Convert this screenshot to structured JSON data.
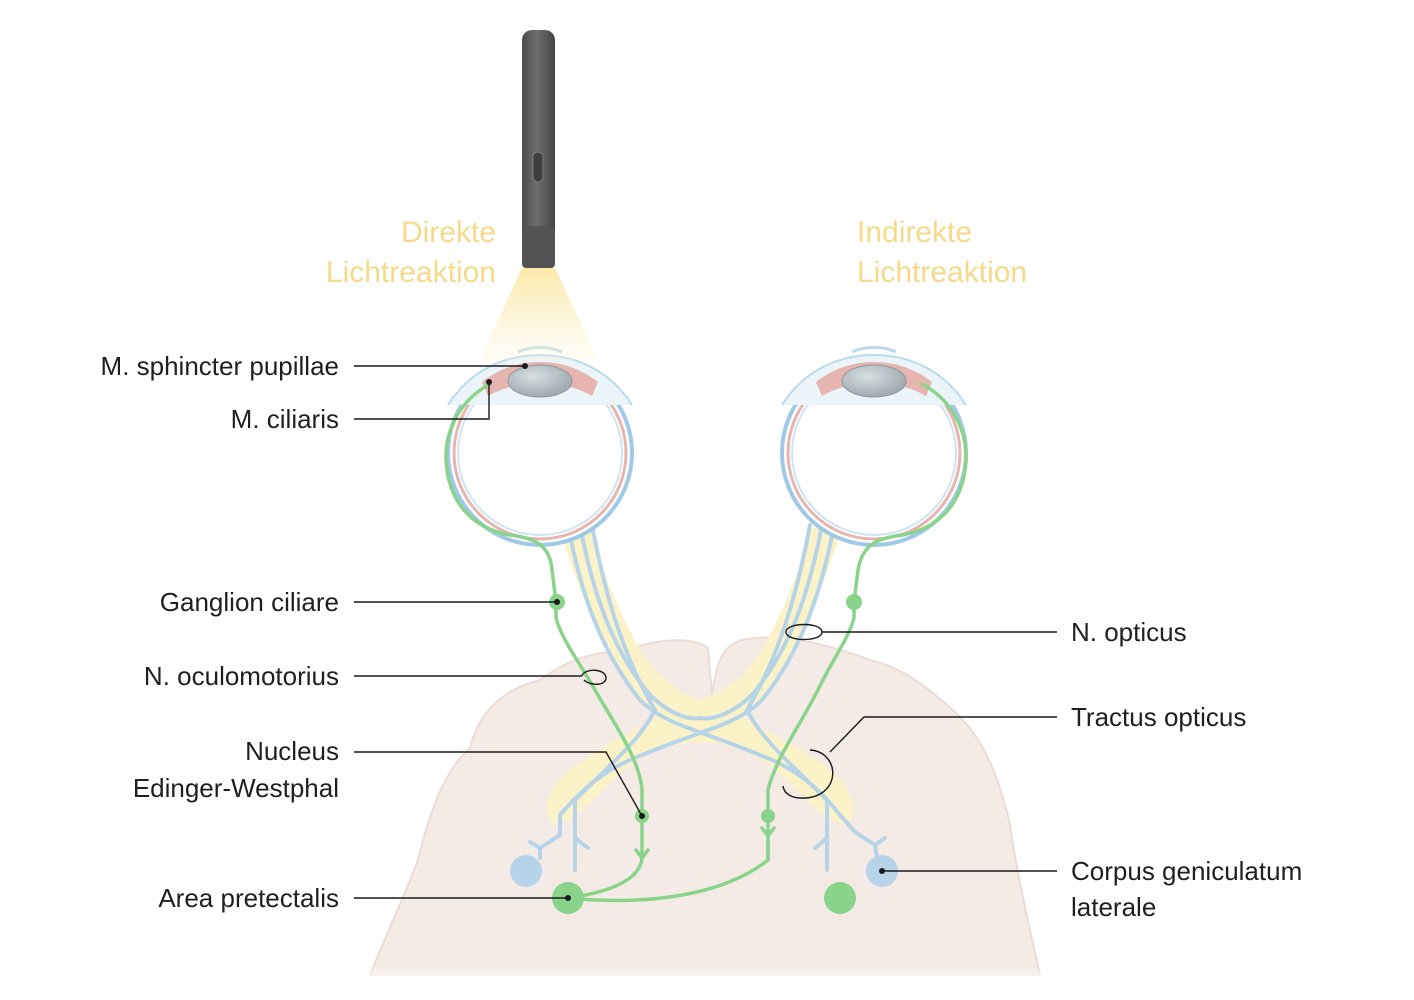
{
  "headings": {
    "direct": [
      "Direkte",
      "Lichtreaktion"
    ],
    "indirect": [
      "Indirekte",
      "Lichtreaktion"
    ]
  },
  "labels": {
    "sphincter": "M. sphincter pupillae",
    "ciliaris": "M. ciliaris",
    "ganglion": "Ganglion ciliare",
    "oculomotorius": "N. oculomotorius",
    "nucleus": [
      "Nucleus",
      "Edinger-Westphal"
    ],
    "pretectalis": "Area pretectalis",
    "opticus": "N. opticus",
    "tractus": "Tractus opticus",
    "geniculatum": [
      "Corpus geniculatum",
      "laterale"
    ]
  },
  "colors": {
    "heading": "#f6d98a",
    "brain": "#f5ebe6",
    "brain_outline": "#ebdcd5",
    "optic_pathway": "#fbf3c7",
    "optic_fiber": "#b7d3e8",
    "parasympathetic": "#89d48a",
    "muscle": "#e6b5b0",
    "lens": "#b8c3c8",
    "flashlight": "#5b5c5e",
    "light_beam": "#fbe7a3"
  },
  "icons": {
    "light_source": "flashlight-icon"
  }
}
